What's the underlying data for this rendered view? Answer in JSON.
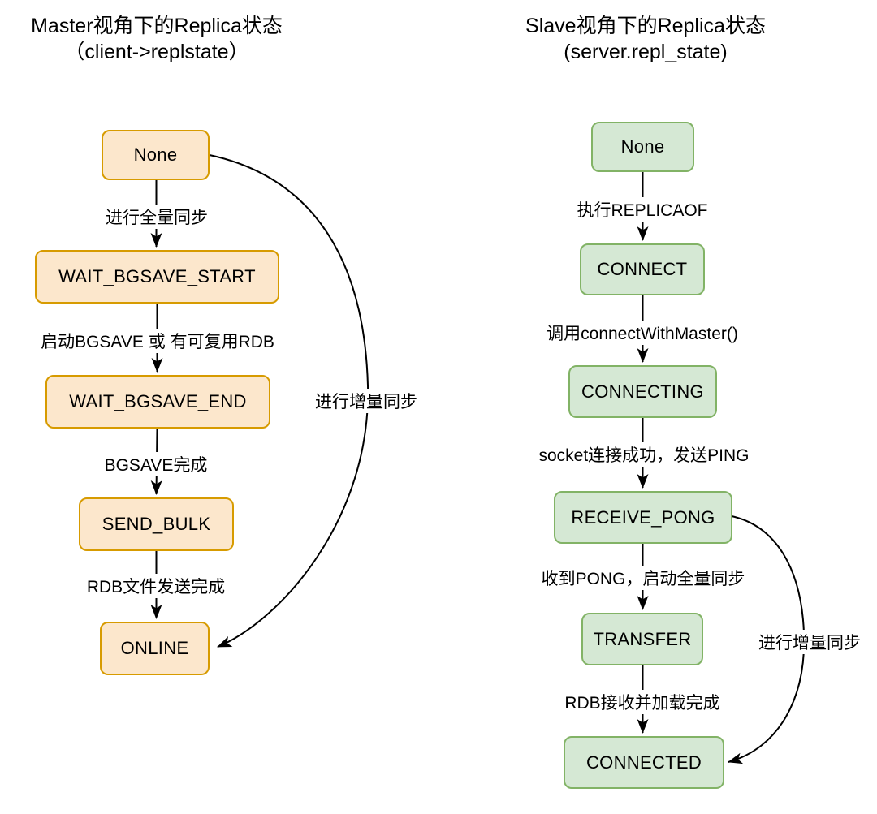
{
  "colors": {
    "master_node_fill": "#FCE7CC",
    "master_node_border": "#D79B00",
    "slave_node_fill": "#D5E8D4",
    "slave_node_border": "#82B366",
    "arrow": "#000000",
    "background": "#FFFFFF"
  },
  "left_diagram": {
    "title_line1": "Master视角下的Replica状态",
    "title_line2": "（client->replstate）",
    "nodes": [
      "None",
      "WAIT_BGSAVE_START",
      "WAIT_BGSAVE_END",
      "SEND_BULK",
      "ONLINE"
    ],
    "edge_labels": [
      "进行全量同步",
      "启动BGSAVE 或 有可复用RDB",
      "BGSAVE完成",
      "RDB文件发送完成"
    ],
    "loop_label": "进行增量同步"
  },
  "right_diagram": {
    "title_line1": "Slave视角下的Replica状态",
    "title_line2": "(server.repl_state)",
    "nodes": [
      "None",
      "CONNECT",
      "CONNECTING",
      "RECEIVE_PONG",
      "TRANSFER",
      "CONNECTED"
    ],
    "edge_labels": [
      "执行REPLICAOF",
      "调用connectWithMaster()",
      "socket连接成功，发送PING",
      "收到PONG，启动全量同步",
      "RDB接收并加载完成"
    ],
    "loop_label": "进行增量同步"
  }
}
